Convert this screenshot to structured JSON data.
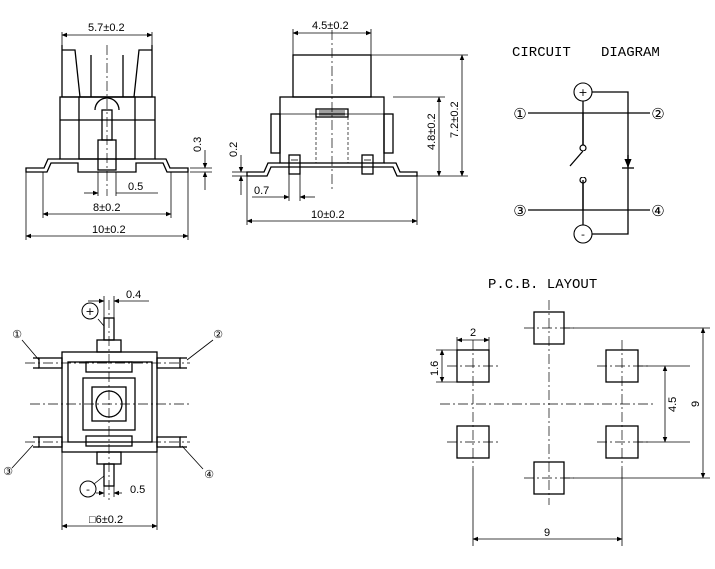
{
  "front_view": {
    "width_dim": "5.7±0.2",
    "pin_width_dim": "0.5",
    "pad_span_dim": "8±0.2",
    "overall_dim": "10±0.2",
    "thickness_dim": "0.3"
  },
  "side_view": {
    "cap_width_dim": "4.5±0.2",
    "total_height_dim": "7.2±0.2",
    "body_height_dim": "4.8±0.2",
    "lead_thickness_dim": "0.2",
    "pin_width_dim": "0.7",
    "overall_dim": "10±0.2"
  },
  "circuit": {
    "title_word1": "CIRCUIT",
    "title_word2": "DIAGRAM",
    "plus_label": "+",
    "minus_label": "-",
    "pins": [
      "①",
      "②",
      "③",
      "④"
    ]
  },
  "top_view": {
    "lead_width_dim": "0.4",
    "pin_width_dim": "0.5",
    "body_size_dim": "□6±0.2",
    "plus_label": "+",
    "minus_label": "-",
    "pins": [
      "①",
      "②",
      "③",
      "④"
    ]
  },
  "pcb": {
    "title": "P.C.B. LAYOUT",
    "pad_width_dim": "2",
    "pad_height_dim": "1.6",
    "row_pitch_dim": "4.5",
    "vertical_span_dim": "9",
    "horizontal_span_dim": "9"
  }
}
